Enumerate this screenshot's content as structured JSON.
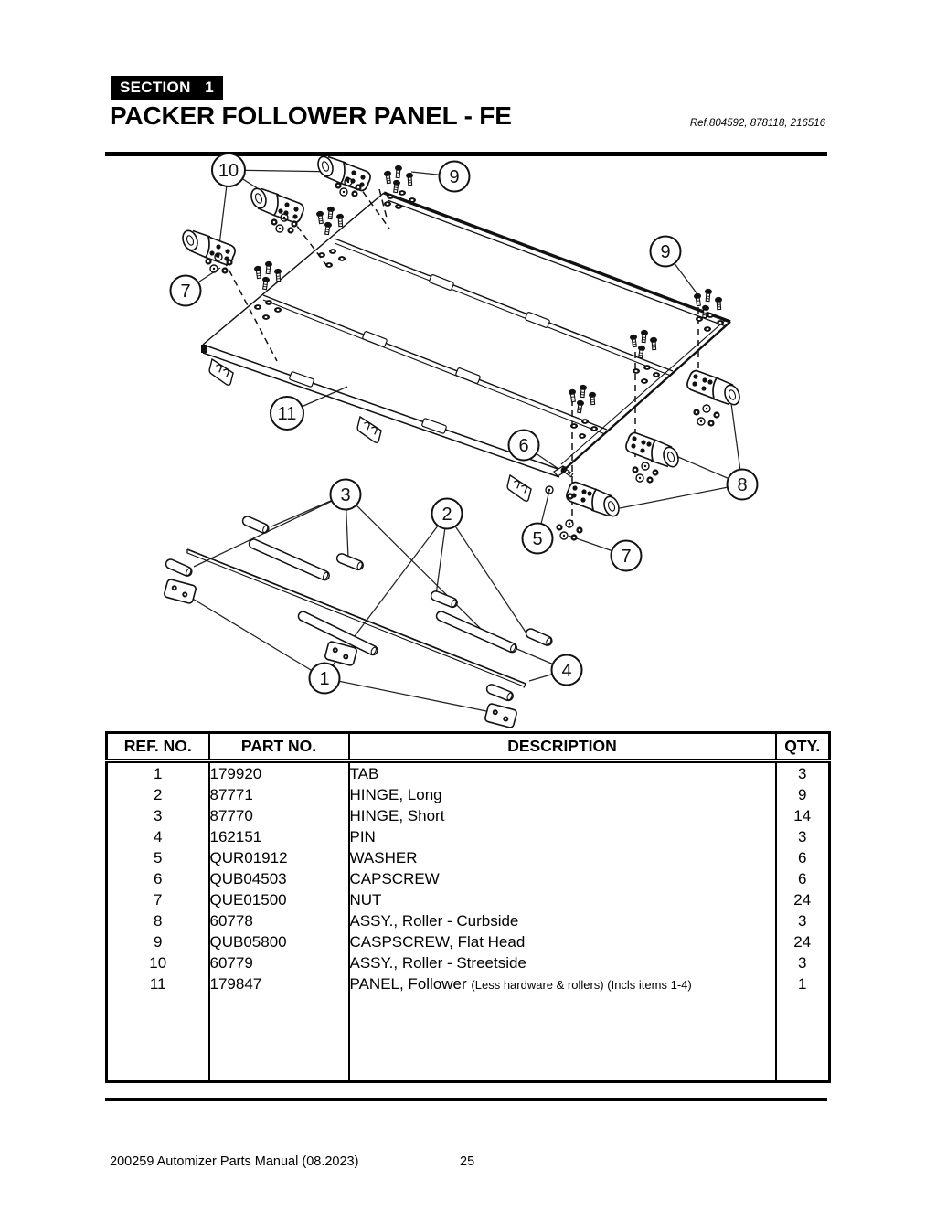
{
  "header": {
    "section_label": "SECTION",
    "section_number": "1",
    "title": "PACKER FOLLOWER PANEL - FE",
    "ref_text": "Ref.804592, 878118, 216516"
  },
  "diagram": {
    "callouts": [
      "10",
      "9",
      "9",
      "7",
      "11",
      "6",
      "8",
      "3",
      "2",
      "5",
      "7",
      "1",
      "4"
    ]
  },
  "table": {
    "headers": [
      "REF. NO.",
      "PART NO.",
      "DESCRIPTION",
      "QTY."
    ],
    "rows": [
      {
        "ref": "1",
        "part": "179920",
        "desc": "TAB",
        "qty": "3"
      },
      {
        "ref": "2",
        "part": "87771",
        "desc": "HINGE, Long",
        "qty": "9"
      },
      {
        "ref": "3",
        "part": "87770",
        "desc": "HINGE, Short",
        "qty": "14"
      },
      {
        "ref": "4",
        "part": "162151",
        "desc": "PIN",
        "qty": "3"
      },
      {
        "ref": "5",
        "part": "QUR01912",
        "desc": "WASHER",
        "qty": "6"
      },
      {
        "ref": "6",
        "part": "QUB04503",
        "desc": "CAPSCREW",
        "qty": "6"
      },
      {
        "ref": "7",
        "part": "QUE01500",
        "desc": "NUT",
        "qty": "24"
      },
      {
        "ref": "8",
        "part": "60778",
        "desc": "ASSY., Roller - Curbside",
        "qty": "3"
      },
      {
        "ref": "9",
        "part": "QUB05800",
        "desc": "CASPSCREW, Flat Head",
        "qty": "24"
      },
      {
        "ref": "10",
        "part": "60779",
        "desc": "ASSY., Roller - Streetside",
        "qty": "3"
      },
      {
        "ref": "11",
        "part": "179847",
        "desc": "PANEL, Follower",
        "desc_note": "(Less hardware & rollers) (Incls items 1-4)",
        "qty": "1"
      }
    ]
  },
  "footer": {
    "left": "200259 Automizer Parts Manual (08.2023)",
    "page": "25"
  }
}
